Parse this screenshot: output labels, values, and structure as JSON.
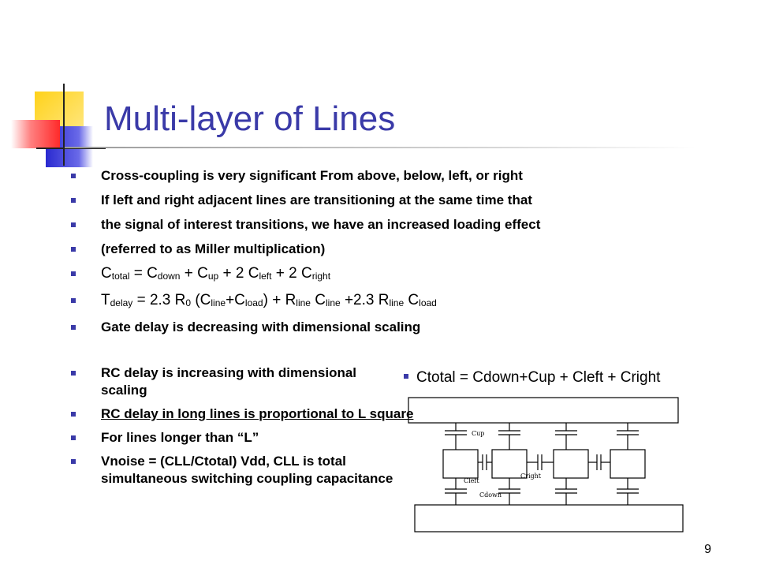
{
  "slide": {
    "title": "Multi-layer of  Lines",
    "page_number": "9"
  },
  "main_bullets": {
    "b1": "Cross-coupling is very significant From above, below, left, or right",
    "b2": "If left and right adjacent lines are transitioning at the same time that",
    "b3": "the signal of interest transitions, we have an increased loading effect",
    "b4": "(referred to as Miller multiplication)",
    "b5": {
      "C": "C",
      "total": "total",
      "eq": " = C",
      "down": "down",
      "plus1": " + C",
      "up": "up",
      "plus2": " + 2  C",
      "left": "left",
      "plus3": " + 2 C",
      "right": "right"
    },
    "b6": {
      "T": "T",
      "delay": "delay",
      "eq": " = 2.3 R",
      "zero": "0",
      "open": " (C",
      "line1": "line",
      "plusC": "+C",
      "load1": "load",
      "closeR": ") + R",
      "line2": "line",
      "C2": " C",
      "line3": "line",
      "plus23": "  +2.3 R",
      "line4": "line",
      "C3": " C",
      "load2": "load"
    },
    "b7": "Gate delay is decreasing with dimensional scaling"
  },
  "left_bullets": {
    "l1": "RC delay is increasing with dimensional scaling",
    "l2": "RC delay in long lines is proportional to L square",
    "l3": "For lines longer than “L”",
    "l4": "Vnoise = (CLL/Ctotal) Vdd, CLL is total simultaneous switching coupling capacitance"
  },
  "right_bullet": "Ctotal = Cdown+Cup + Cleft + Cright",
  "diagram_labels": {
    "cup": "Cup",
    "cleft": "Cleft",
    "cright": "Cright",
    "cdown": "Cdown"
  }
}
